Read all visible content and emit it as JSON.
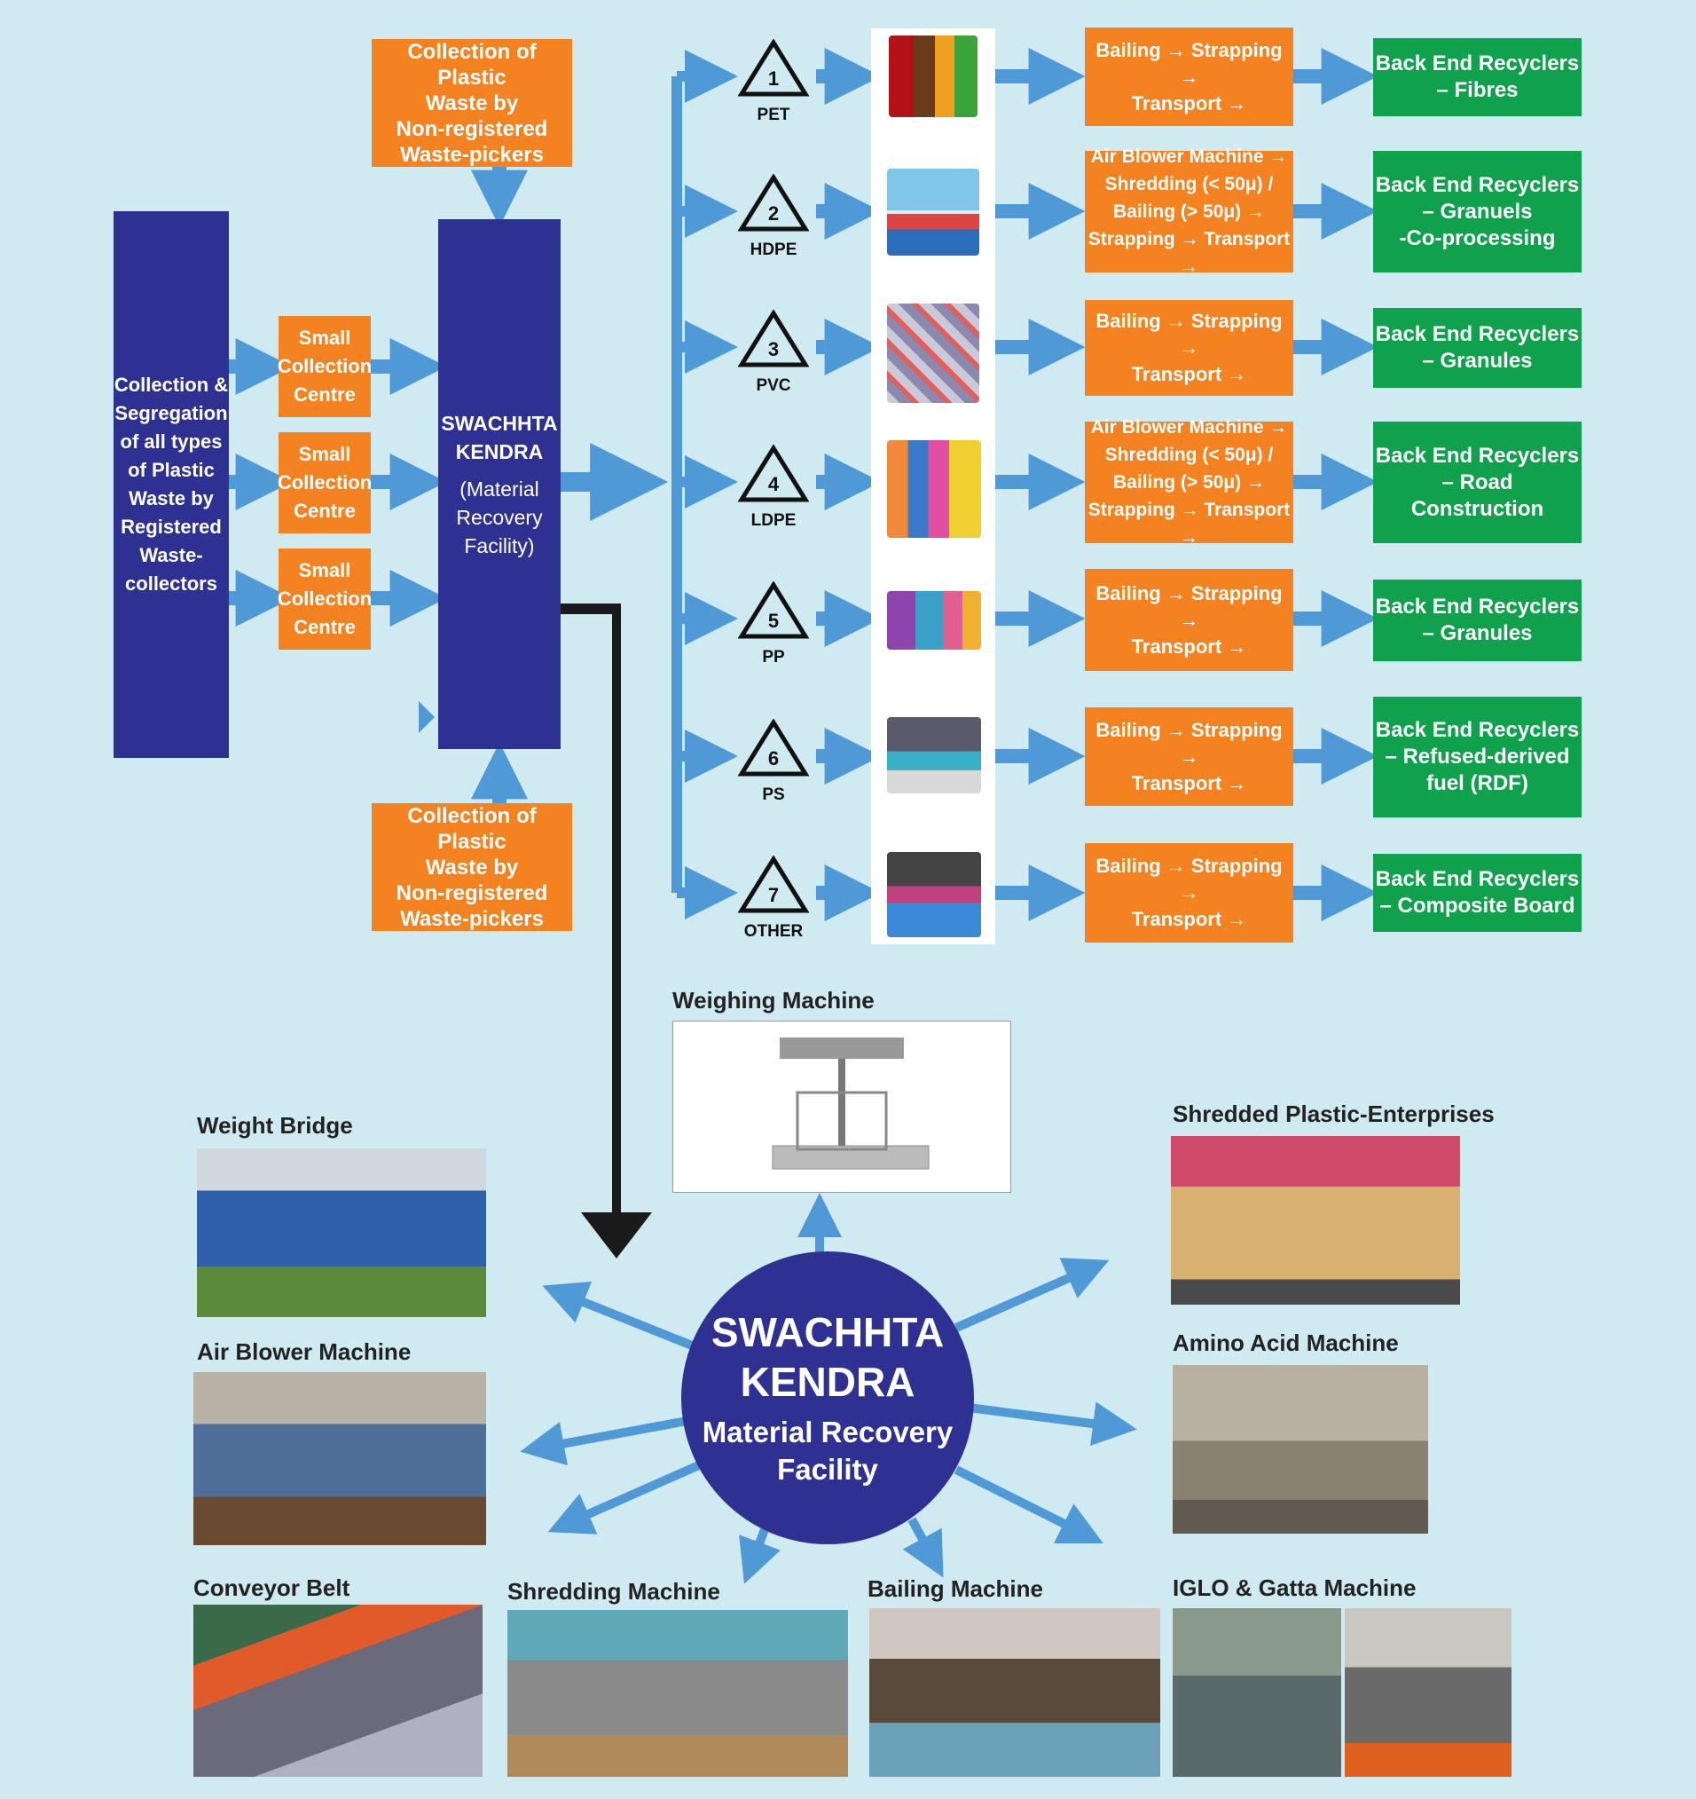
{
  "left_box": "Collection &\nSegregation\nof all types\nof Plastic\nWaste by\nRegistered\nWaste-\ncollectors",
  "small_centres": [
    "Small\nCollection\nCentre",
    "Small\nCollection\nCentre",
    "Small\nCollection\nCentre"
  ],
  "non_registered_top": "Collection of Plastic\nWaste by\nNon-registered\nWaste-pickers",
  "non_registered_bottom": "Collection of Plastic\nWaste by\nNon-registered\nWaste-pickers",
  "kendra_box": {
    "title": "SWACHHTA\nKENDRA",
    "subtitle": "(Material\nRecovery\nFacility)"
  },
  "plastic_types": [
    {
      "num": "1",
      "code": "PET",
      "process": "Bailing → Strapping →\nTransport →",
      "recycler": "Back End Recyclers\n– Fibres"
    },
    {
      "num": "2",
      "code": "HDPE",
      "process": "Air Blower Machine →\nShredding (< 50μ) /\nBailing (> 50μ) →\nStrapping → Transport →",
      "recycler": "Back End Recyclers\n– Granuels\n-Co-processing"
    },
    {
      "num": "3",
      "code": "PVC",
      "process": "Bailing → Strapping →\nTransport →",
      "recycler": "Back End Recyclers\n– Granules"
    },
    {
      "num": "4",
      "code": "LDPE",
      "process": "Air Blower Machine →\nShredding (< 50μ) /\nBailing (> 50μ) →\nStrapping → Transport →",
      "recycler": "Back End Recyclers\n– Road Construction"
    },
    {
      "num": "5",
      "code": "PP",
      "process": "Bailing → Strapping →\nTransport →",
      "recycler": "Back End Recyclers\n– Granules"
    },
    {
      "num": "6",
      "code": "PS",
      "process": "Bailing → Strapping →\nTransport →",
      "recycler": "Back End Recyclers\n– Refused-derived\nfuel (RDF)"
    },
    {
      "num": "7",
      "code": "OTHER",
      "process": "Bailing → Strapping →\nTransport →",
      "recycler": "Back End Recyclers\n– Composite Board"
    }
  ],
  "hub": {
    "title": "SWACHHTA\nKENDRA",
    "subtitle": "Material Recovery\nFacility"
  },
  "equipment": [
    {
      "key": "weighing",
      "label": "Weighing Machine"
    },
    {
      "key": "weight_bridge",
      "label": "Weight Bridge"
    },
    {
      "key": "air_blower",
      "label": "Air Blower Machine"
    },
    {
      "key": "conveyor",
      "label": "Conveyor Belt"
    },
    {
      "key": "shredding",
      "label": "Shredding Machine"
    },
    {
      "key": "bailing",
      "label": "Bailing Machine"
    },
    {
      "key": "iglo",
      "label": "IGLO & Gatta Machine"
    },
    {
      "key": "shredded_ent",
      "label": "Shredded Plastic-Enterprises"
    },
    {
      "key": "amino",
      "label": "Amino Acid Machine"
    }
  ],
  "colors": {
    "background": "#cfeaf0",
    "navy": "#2e3192",
    "orange": "#f58220",
    "green": "#0fa14b",
    "arrow": "#4f9ad6"
  }
}
